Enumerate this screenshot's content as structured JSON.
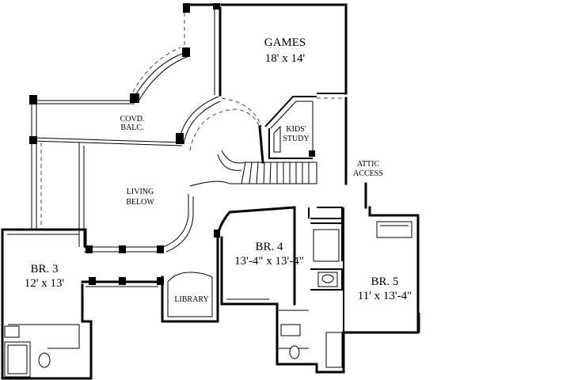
{
  "rooms": {
    "games": {
      "name": "GAMES",
      "size": "18' x 14'"
    },
    "covd_balc": {
      "line1": "COVD.",
      "line2": "BALC."
    },
    "kids_study": {
      "line1": "KIDS'",
      "line2": "STUDY"
    },
    "attic_access": {
      "line1": "ATTIC",
      "line2": "ACCESS"
    },
    "living_below": {
      "line1": "LIVING",
      "line2": "BELOW"
    },
    "br3": {
      "name": "BR. 3",
      "size": "12' x 13'"
    },
    "br4": {
      "name": "BR. 4",
      "size": "13'-4\" x 13'-4\""
    },
    "br5": {
      "name": "BR. 5",
      "size": "11' x 13'-4\""
    },
    "library": {
      "name": "LIBRARY"
    }
  }
}
